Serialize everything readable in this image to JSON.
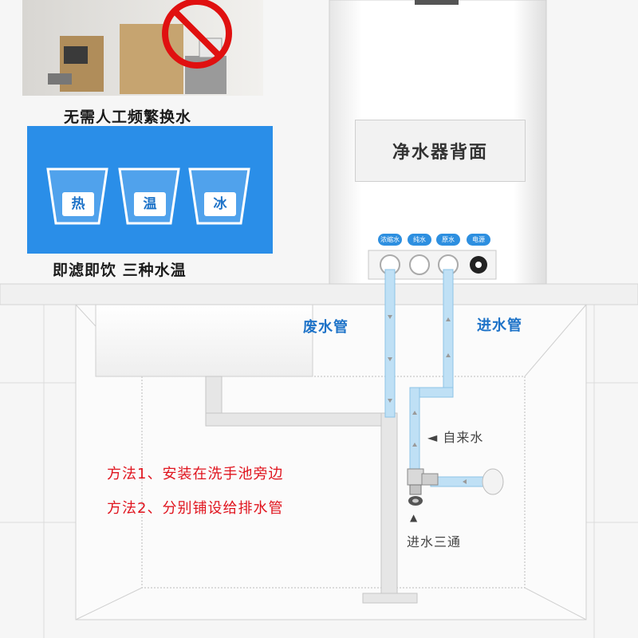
{
  "top_photo_caption": "无需人工频繁换水",
  "temps_panel": {
    "caption": "即滤即饮  三种水温",
    "cups": [
      "热",
      "温",
      "冰"
    ],
    "bg_color": "#2a8ee8"
  },
  "purifier": {
    "back_label": "净水器背面",
    "ports": [
      "浓缩水",
      "纯水",
      "原水",
      "电源"
    ]
  },
  "pipes": {
    "waste_label": "废水管",
    "inlet_label": "进水管",
    "tap_water_label": "◄ 自来水",
    "tee_label": "进水三通",
    "tee_marker": "▲"
  },
  "methods": [
    "方法1、安装在洗手池旁边",
    "方法2、分别铺设给排水管"
  ],
  "colors": {
    "accent_blue": "#1e73c8",
    "method_red": "#e0141e",
    "pipe_blue": "#bfe0f5"
  }
}
